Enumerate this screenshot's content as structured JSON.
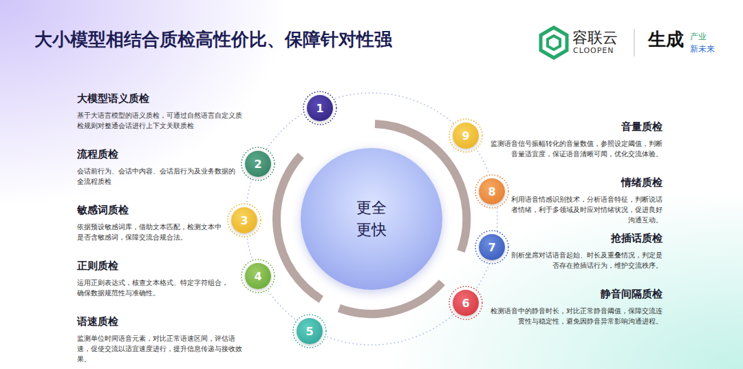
{
  "diagram": {
    "title": "大小模型相结合质检高性价比、保障针对性强",
    "nodes": [
      {
        "text": [
          "更全 更快"
        ]
      },
      {
        "text": [
          "1"
        ]
      },
      {
        "text": [
          "2"
        ]
      },
      {
        "text": [
          "3"
        ]
      },
      {
        "text": [
          "4"
        ]
      },
      {
        "text": [
          "5"
        ]
      },
      {
        "text": [
          "6"
        ]
      },
      {
        "text": [
          "7"
        ]
      },
      {
        "text": [
          "8"
        ]
      },
      {
        "text": [
          "9"
        ]
      }
    ],
    "labels": [
      "容联云",
      "CLOOPEN",
      "生成",
      "产业",
      "新未来",
      "大模型语义质检",
      "基于大语言模型的语义质检，可通过自然语言自定义质检规则对整通会话进行上下文关联质检",
      "流程质检",
      "会话前行为、会话中内容、会话后行为及业务数据的全流程质检",
      "敏感词质检",
      "依据预设敏感词库，借助文本匹配，检测文本中是否含敏感词，保障交流合规合法。",
      "正则质检",
      "运用正则表达式，核查文本格式、特定字符组合，确保数据规范性与准确性。",
      "语速质检",
      "监测单位时间语音元素，对比正常语速区间，评估语速，促使交流以适宜速度进行，提升信息传递与接收效果。",
      "音量质检",
      "监测语音信号振幅转化的音量数值，参照设定阈值，判断音量适宜度，保证语音清晰可闻，优化交流体验。",
      "情绪质检",
      "利用语音情感识别技术，分析语音特征，判断说话者情绪，利于多领域及时应对情绪状况，促进良好沟通互动。",
      "抢插话质检",
      "剖析坐席对话语音起始、时长及重叠情况，判定是否存在抢插话行为，维护交流秩序。",
      "静音间隔质检",
      "检测语音中的静音时长，对比正常静音阈值，保障交流连贯性与稳定性，避免因静音异常影响沟通进程。"
    ]
  }
}
